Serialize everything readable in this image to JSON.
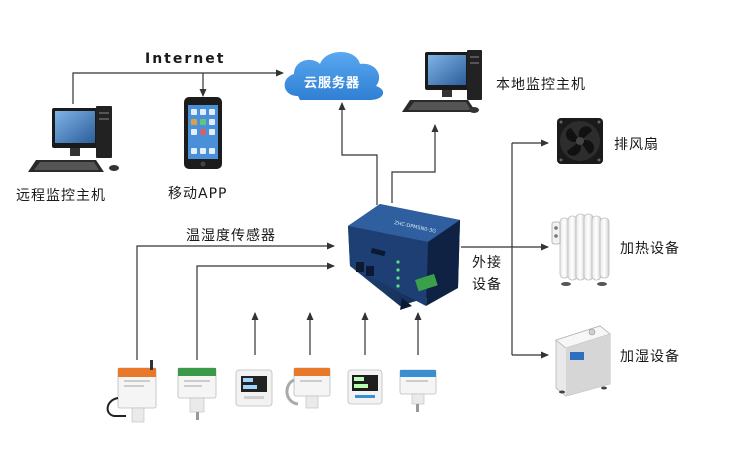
{
  "diagram": {
    "internet_label": "Internet",
    "cloud_label": "云服务器",
    "local_host_label": "本地监控主机",
    "remote_host_label": "远程监控主机",
    "mobile_label": "移动APP",
    "sensor_label": "温湿度传感器",
    "external_label_line1": "外接",
    "external_label_line2": "设备",
    "fan_label": "排风扇",
    "heater_label": "加热设备",
    "humidifier_label": "加湿设备",
    "gateway_text": "ZHC-DPMSN0-3G",
    "colors": {
      "cloud": "#3b8ee0",
      "line": "#333333",
      "gateway_body": "#1b3c6e",
      "sensor_orange": "#e8792a",
      "sensor_green": "#3a9a4a",
      "sensor_blue": "#3a8fd0"
    }
  }
}
